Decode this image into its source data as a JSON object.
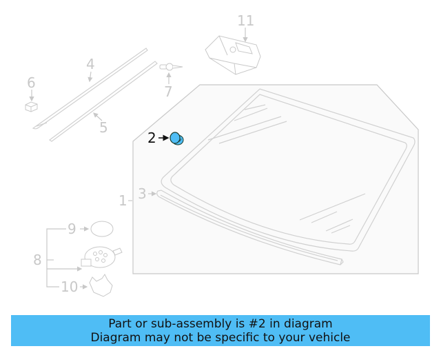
{
  "diagram": {
    "highlight_color": "#4fbdf5",
    "line_color": "#c8c8c8",
    "callouts": [
      {
        "id": "1",
        "label": "1",
        "part": "windshield-assembly-frame"
      },
      {
        "id": "2",
        "label": "2",
        "part": "plug",
        "highlighted": true
      },
      {
        "id": "3",
        "label": "3",
        "part": "lower-molding"
      },
      {
        "id": "4",
        "label": "4",
        "part": "side-molding-outer"
      },
      {
        "id": "5",
        "label": "5",
        "part": "side-molding-inner"
      },
      {
        "id": "6",
        "label": "6",
        "part": "clip"
      },
      {
        "id": "7",
        "label": "7",
        "part": "pin-fastener"
      },
      {
        "id": "8",
        "label": "8",
        "part": "rain-sensor-group"
      },
      {
        "id": "9",
        "label": "9",
        "part": "gel-pad"
      },
      {
        "id": "10",
        "label": "10",
        "part": "bracket"
      },
      {
        "id": "11",
        "label": "11",
        "part": "camera-module"
      }
    ]
  },
  "banner": {
    "line1": "Part or sub-assembly is #2 in diagram",
    "line2": "Diagram may not be specific to your vehicle"
  }
}
